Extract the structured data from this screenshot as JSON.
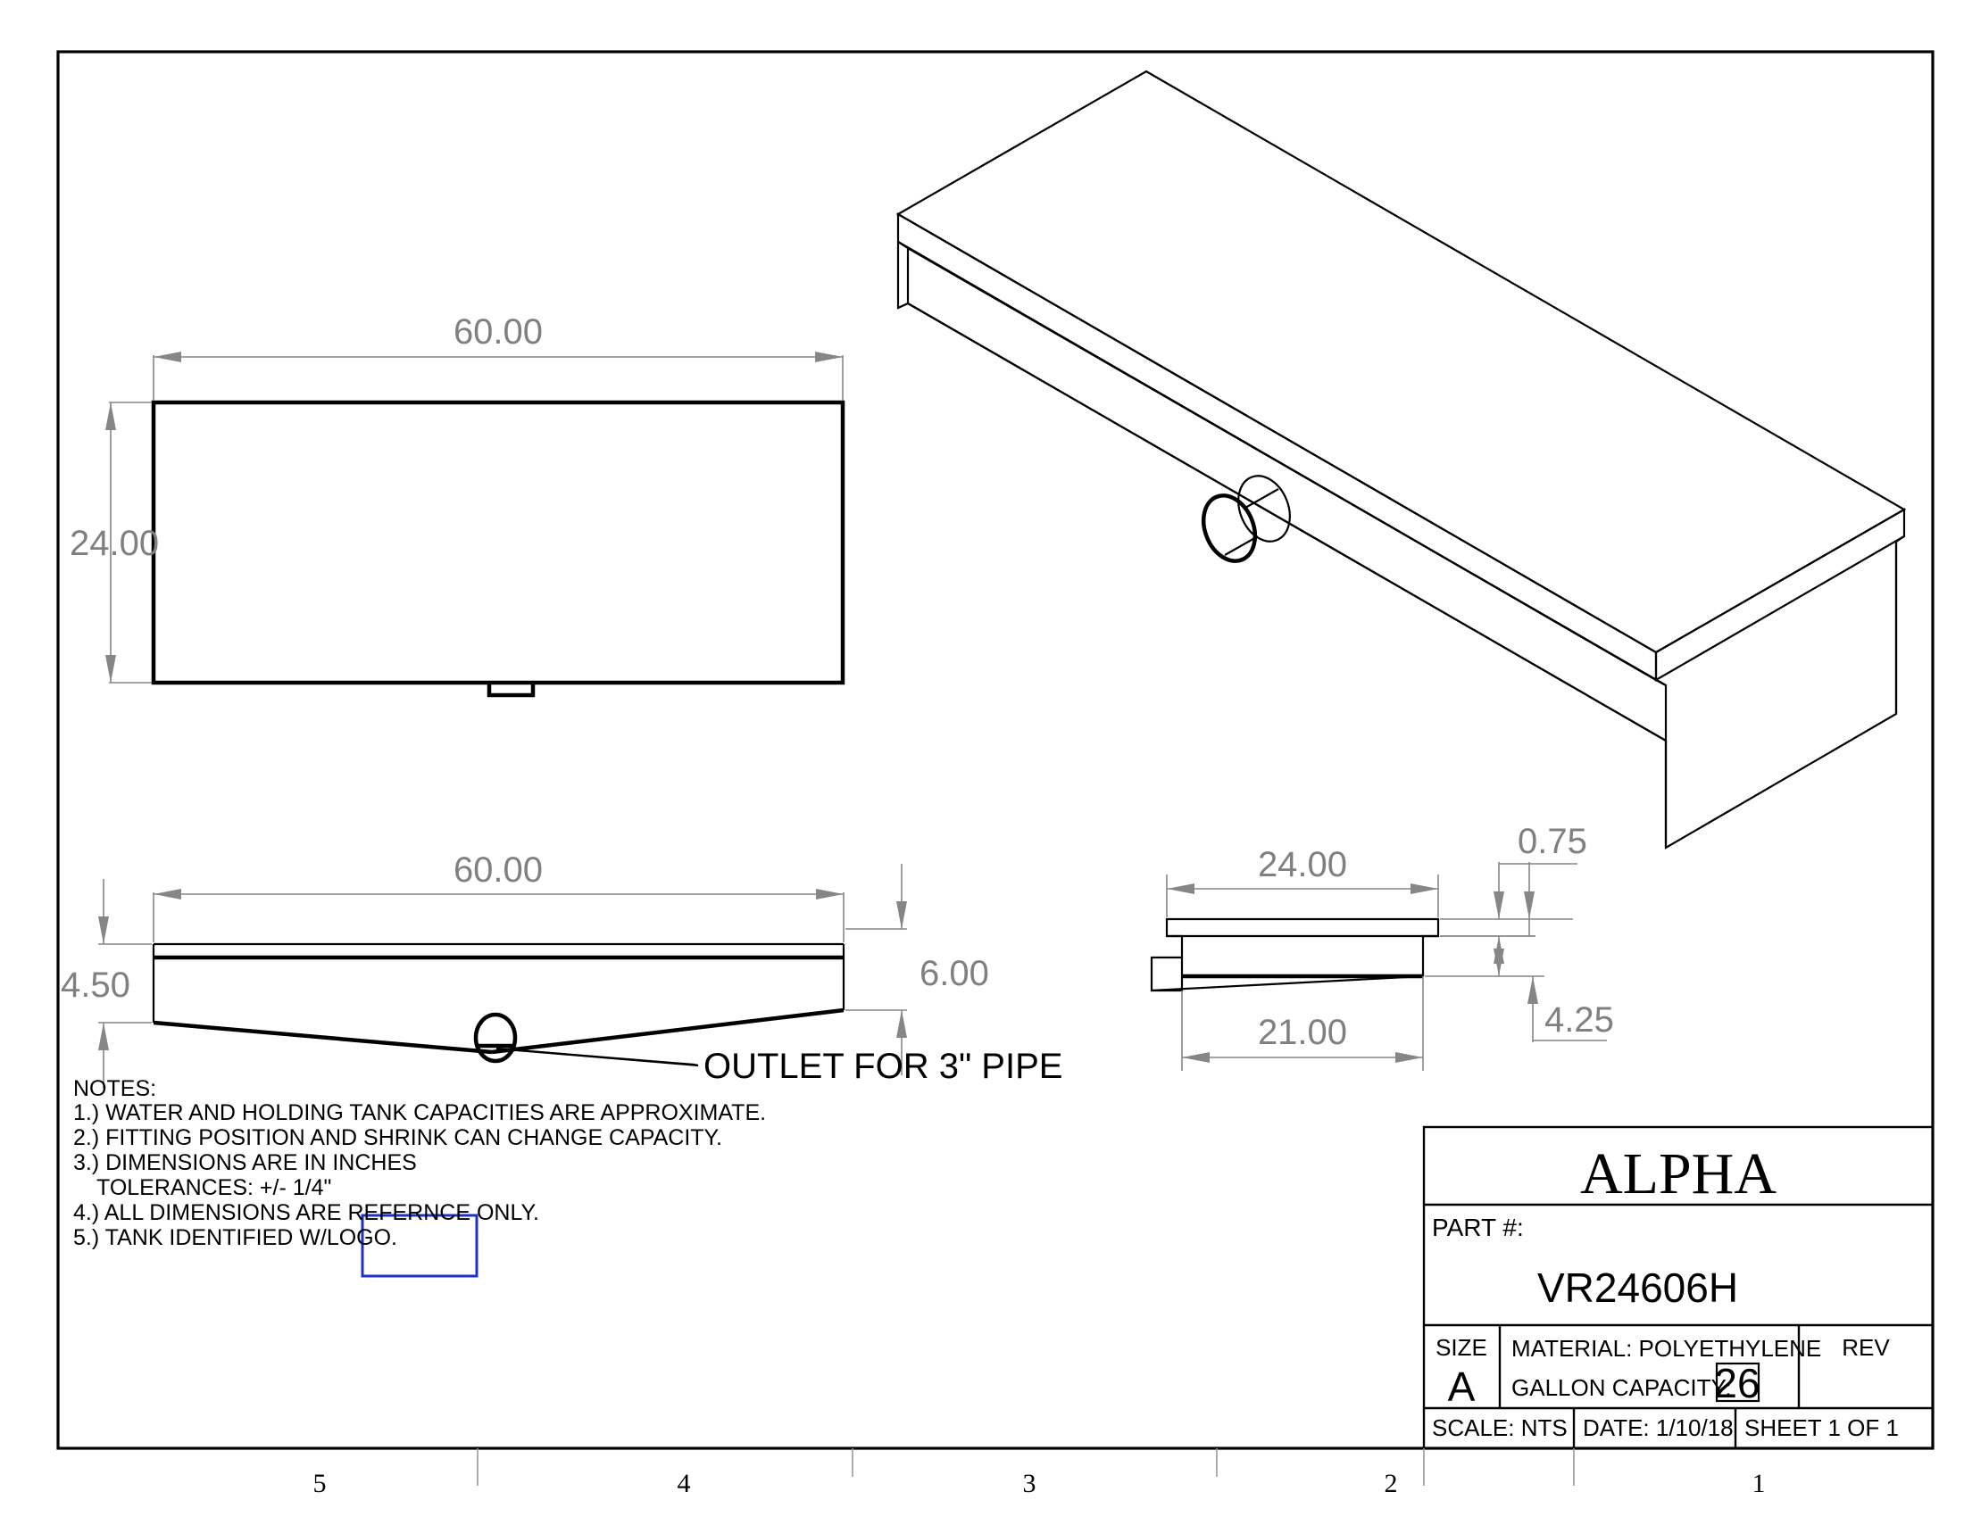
{
  "drawing": {
    "title": "ALPHA",
    "part_label": "PART  #:",
    "part_number": "VR24606H",
    "size_label": "SIZE",
    "size_value": "A",
    "material": "MATERIAL:  POLYETHYLENE",
    "gallon_label": "GALLON CAPACITY:",
    "gallon_value": "26",
    "rev_label": "REV",
    "rev_value": "",
    "scale": "SCALE: NTS",
    "date": "DATE:  1/10/18",
    "sheet": "SHEET 1 OF 1"
  },
  "notes": {
    "heading": "NOTES:",
    "items": [
      "1.) WATER AND HOLDING TANK CAPACITIES ARE APPROXIMATE.",
      "2.) FITTING POSITION AND SHRINK CAN CHANGE CAPACITY.",
      "3.) DIMENSIONS ARE IN INCHES",
      "TOLERANCES: +/- 1/4\"",
      "4.) ALL DIMENSIONS ARE REFERNCE ONLY.",
      "5.) TANK IDENTIFIED W/LOGO."
    ]
  },
  "views": {
    "top": {
      "width_dim": "60.00",
      "height_dim": "24.00"
    },
    "front": {
      "length_dim": "60.00",
      "left_height_dim": "4.50",
      "right_height_dim": "6.00",
      "outlet_note": "OUTLET FOR 3\" PIPE"
    },
    "side": {
      "overall_width_dim": "24.00",
      "inner_width_dim": "21.00",
      "flange_dim": "0.75",
      "body_height_dim": "4.25"
    }
  },
  "zones": {
    "numbers": [
      "5",
      "4",
      "3",
      "2",
      "1"
    ]
  },
  "colors": {
    "object_line": "#000000",
    "dimension_line": "#868686",
    "logo_box": "#2030c0",
    "paper": "#ffffff"
  }
}
